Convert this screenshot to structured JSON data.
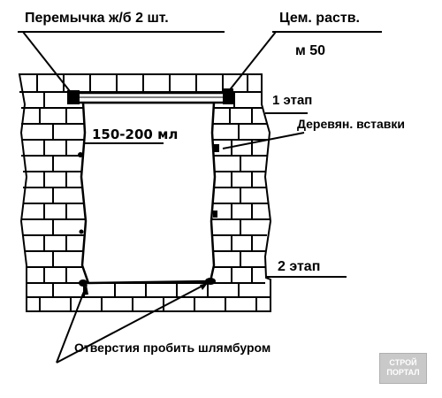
{
  "labels": {
    "lintel": "Перемычка ж/б 2 шт.",
    "mortar": "Цем. раств.",
    "mortar_grade": "м 50",
    "stage1": "1 этап",
    "wood_inserts": "Деревян. вставки",
    "gap": "150-200 мл",
    "stage2": "2 этап",
    "holes": "Отверстия пробить шлямбуром"
  },
  "watermark": {
    "line1": "СТРОЙ",
    "line2": "ПОРТАЛ"
  },
  "colors": {
    "ink": "#000000",
    "paper": "#ffffff",
    "watermark": "#c9c9c9"
  }
}
